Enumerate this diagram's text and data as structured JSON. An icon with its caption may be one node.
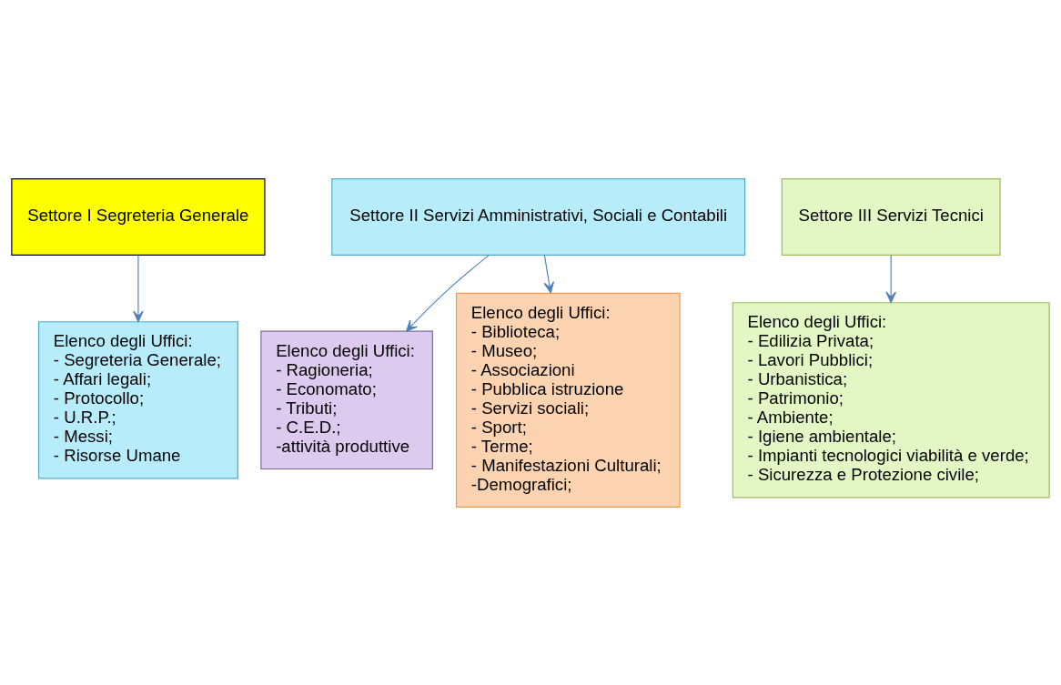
{
  "diagram": {
    "nodes": [
      {
        "text": [
          "Settore I Segreteria Generale"
        ]
      },
      {
        "text": [
          "Settore II Servizi Amministrativi, Sociali e Contabili"
        ]
      },
      {
        "text": [
          "Settore III Servizi Tecnici"
        ]
      },
      {
        "text": [
          "Elenco degli Uffici:",
          "- Segreteria Generale;",
          "- Affari legali;",
          "- Protocollo;",
          "- U.R.P.;",
          "- Messi;",
          "- Risorse Umane"
        ]
      },
      {
        "text": [
          "Elenco degli Uffici:",
          "- Ragioneria;",
          "- Economato;",
          "- Tributi;",
          "- C.E.D.;",
          "-attività produttive"
        ]
      },
      {
        "text": [
          "Elenco degli Uffici:",
          "- Biblioteca;",
          "- Museo;",
          "- Associazioni",
          "- Pubblica istruzione",
          "- Servizi sociali;",
          "- Sport;",
          "- Terme;",
          "- Manifestazioni Culturali;",
          " -Demografici;"
        ]
      },
      {
        "text": [
          "Elenco degli Uffici:",
          "- Edilizia Privata;",
          "- Lavori Pubblici;",
          "- Urbanistica;",
          "- Patrimonio;",
          "- Ambiente;",
          "- Igiene ambientale;",
          "- Impianti tecnologici viabilità e verde;",
          "- Sicurezza e Protezione civile;"
        ]
      }
    ],
    "edges": [
      {
        "from": 0,
        "to": 3,
        "arrow": "to"
      },
      {
        "from": 1,
        "to": 4,
        "arrow": "to"
      },
      {
        "from": 1,
        "to": 5,
        "arrow": "to"
      },
      {
        "from": 2,
        "to": 6,
        "arrow": "to"
      }
    ]
  }
}
